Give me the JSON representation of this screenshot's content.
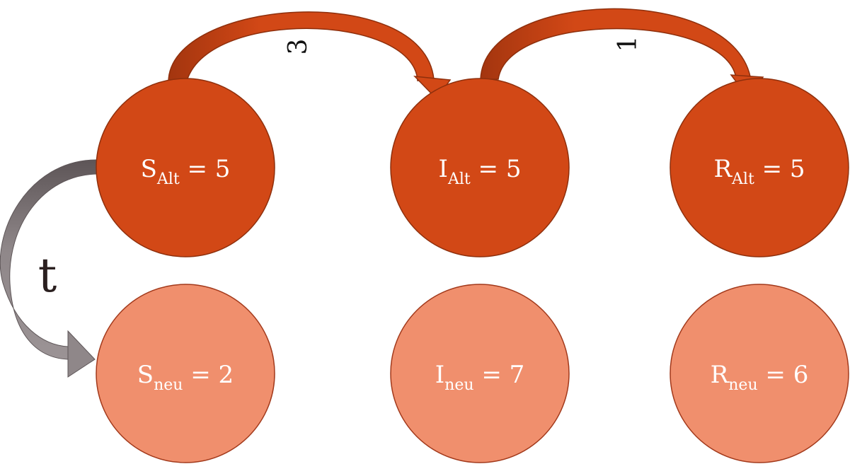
{
  "nodes": {
    "s_alt": {
      "var": "S",
      "sub": "Alt",
      "rest": " = 5"
    },
    "i_alt": {
      "var": "I",
      "sub": "Alt",
      "rest": " = 5"
    },
    "r_alt": {
      "var": "R",
      "sub": "Alt",
      "rest": " = 5"
    },
    "s_neu": {
      "var": "S",
      "sub": "neu",
      "rest": " = 2"
    },
    "i_neu": {
      "var": "I",
      "sub": "neu",
      "rest": " = 7"
    },
    "r_neu": {
      "var": "R",
      "sub": "neu",
      "rest": " = 6"
    }
  },
  "edges": {
    "s_to_i_label": "3",
    "i_to_r_label": "1",
    "time_label": "t"
  },
  "colors": {
    "alt_fill": "#d24816",
    "alt_stroke": "#8e2f0c",
    "neu_fill": "#f08f6d",
    "neu_stroke": "#a2391b",
    "arrow_fill": "#d24816",
    "arrow_dark": "#a3350f",
    "time_arrow_fill": "#8f8789",
    "time_arrow_dark": "#5d5557"
  }
}
